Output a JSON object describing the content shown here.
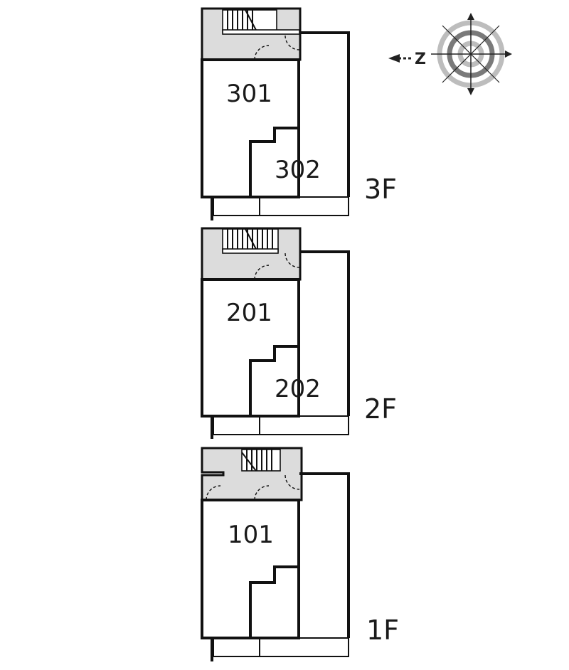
{
  "compass": {
    "letter": "Z"
  },
  "floors": {
    "f3": {
      "label": "3F",
      "rooms": [
        "301",
        "302"
      ]
    },
    "f2": {
      "label": "2F",
      "rooms": [
        "201",
        "202"
      ]
    },
    "f1": {
      "label": "1F",
      "rooms": [
        "101"
      ]
    }
  }
}
